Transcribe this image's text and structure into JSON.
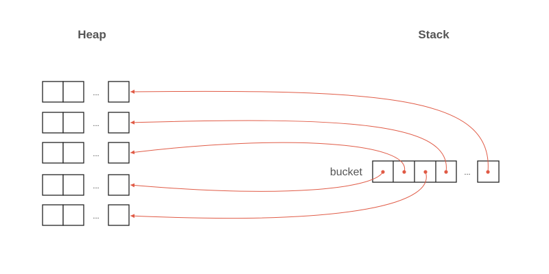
{
  "heap": {
    "title": "Heap",
    "ellipsis": "..."
  },
  "stack": {
    "title": "Stack",
    "label": "bucket",
    "ellipsis": "..."
  },
  "colors": {
    "arrow": "#e05a45",
    "box": "#222222",
    "text": "#555555"
  }
}
